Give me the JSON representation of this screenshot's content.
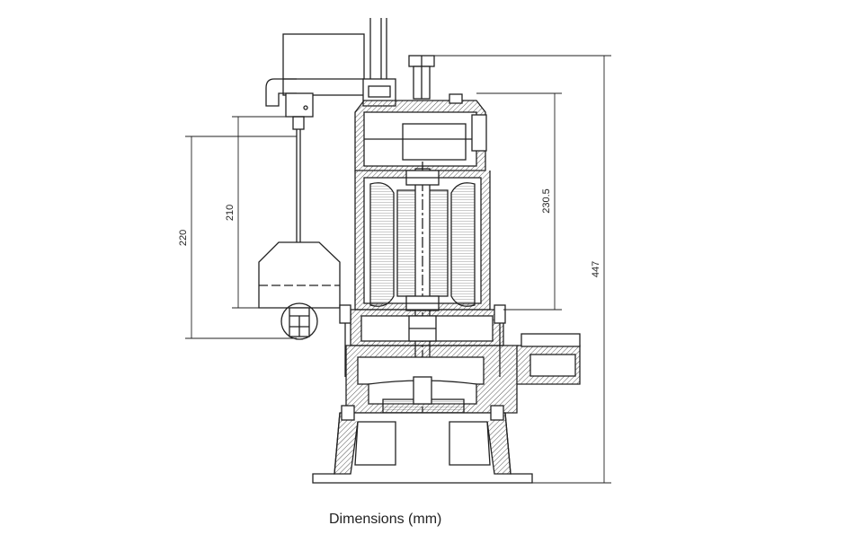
{
  "caption": "Dimensions (mm)",
  "dimensions": {
    "overall_height": "447",
    "motor_section": "230.5",
    "float_range_inner": "210",
    "float_range_outer": "220"
  },
  "colors": {
    "line": "#222222",
    "hatch": "#555555",
    "fill": "#ffffff"
  }
}
